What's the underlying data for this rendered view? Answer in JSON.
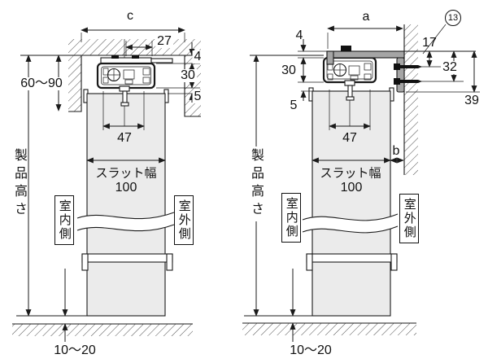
{
  "left_diagram": {
    "dim_c": "c",
    "dim_27": "27",
    "dim_4": "4",
    "dim_30": "30",
    "dim_5": "5",
    "range_60_90": "60〜90",
    "dim_47": "47",
    "slat_width_label": "スラット幅",
    "slat_width_value": "100",
    "indoor_side": "室内側",
    "outdoor_side": "室外側",
    "product_height": "製品高さ",
    "floor_gap": "10〜20"
  },
  "right_diagram": {
    "dim_a": "a",
    "part_number": "13",
    "dim_4": "4",
    "dim_30": "30",
    "dim_5": "5",
    "dim_17": "17",
    "dim_32": "32",
    "dim_39": "39",
    "dim_b": "b",
    "dim_47": "47",
    "slat_width_label": "スラット幅",
    "slat_width_value": "100",
    "indoor_side": "室内側",
    "outdoor_side": "室外側",
    "product_height": "製品高さ",
    "floor_gap": "10〜20"
  },
  "colors": {
    "line": "#1a1a1a",
    "slat_fill": "#ebebeb",
    "bracket_fill": "#a5a5a5",
    "background": "#ffffff"
  }
}
